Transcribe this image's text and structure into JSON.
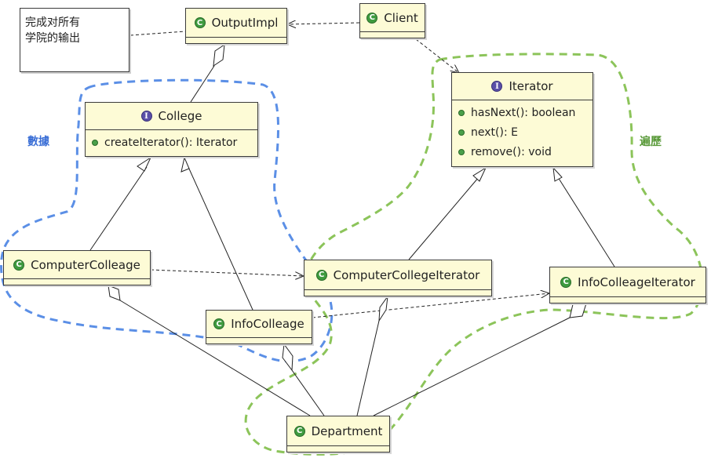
{
  "note": {
    "line1": "完成对所有",
    "line2": "学院的输出"
  },
  "labels": {
    "data": "數據",
    "traverse": "遍歷"
  },
  "colors": {
    "data_region": "#5b8fe6",
    "traverse_region": "#8cc45a",
    "class_fill": "#fdfbd6"
  },
  "classes": {
    "output_impl": {
      "name": "OutputImpl",
      "icon": "class-icon"
    },
    "client": {
      "name": "Client",
      "icon": "class-icon"
    },
    "college": {
      "name": "College",
      "icon": "interface-icon",
      "ops": [
        "createIterator(): Iterator"
      ]
    },
    "iterator": {
      "name": "Iterator",
      "icon": "interface-icon",
      "ops": [
        "hasNext(): boolean",
        "next(): E",
        "remove(): void"
      ]
    },
    "computer_colleage": {
      "name": "ComputerColleage",
      "icon": "class-icon"
    },
    "info_colleage": {
      "name": "InfoColleage",
      "icon": "class-icon"
    },
    "computer_college_iterator": {
      "name": "ComputerCollegeIterator",
      "icon": "class-icon"
    },
    "info_colleage_iterator": {
      "name": "InfoColleageIterator",
      "icon": "class-icon"
    },
    "department": {
      "name": "Department",
      "icon": "class-icon"
    }
  }
}
